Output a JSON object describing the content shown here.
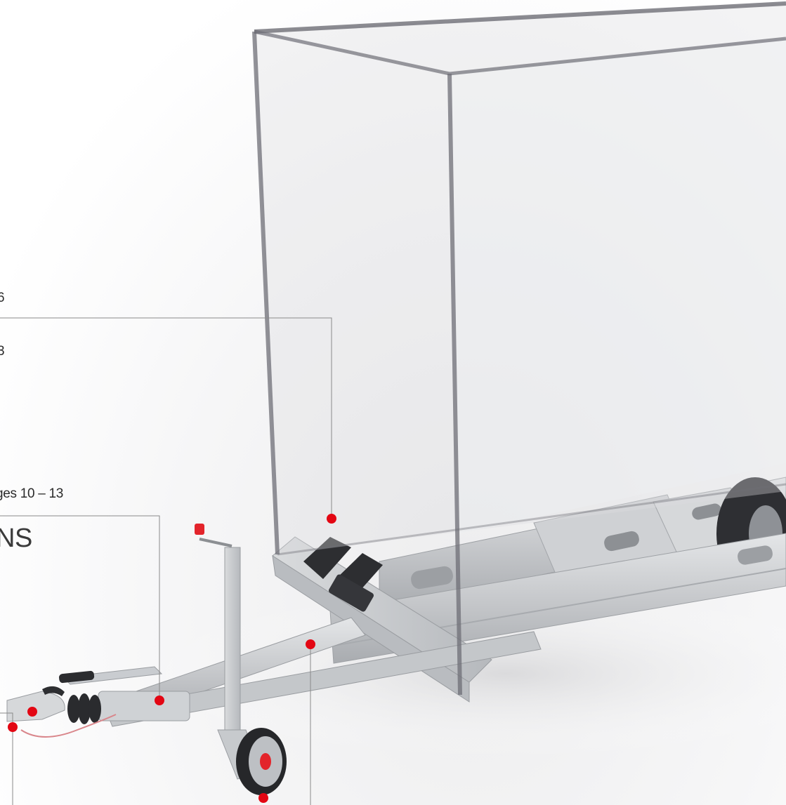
{
  "labels": {
    "label_1": "6",
    "label_2": "3",
    "label_3": "ges 10 – 13",
    "heading": "NS"
  },
  "colors": {
    "marker": "#e30613",
    "leader_line": "#8a8a8a",
    "frame_edge": "#6e6e76",
    "chassis": "#c9cbce",
    "background": "#ffffff"
  }
}
